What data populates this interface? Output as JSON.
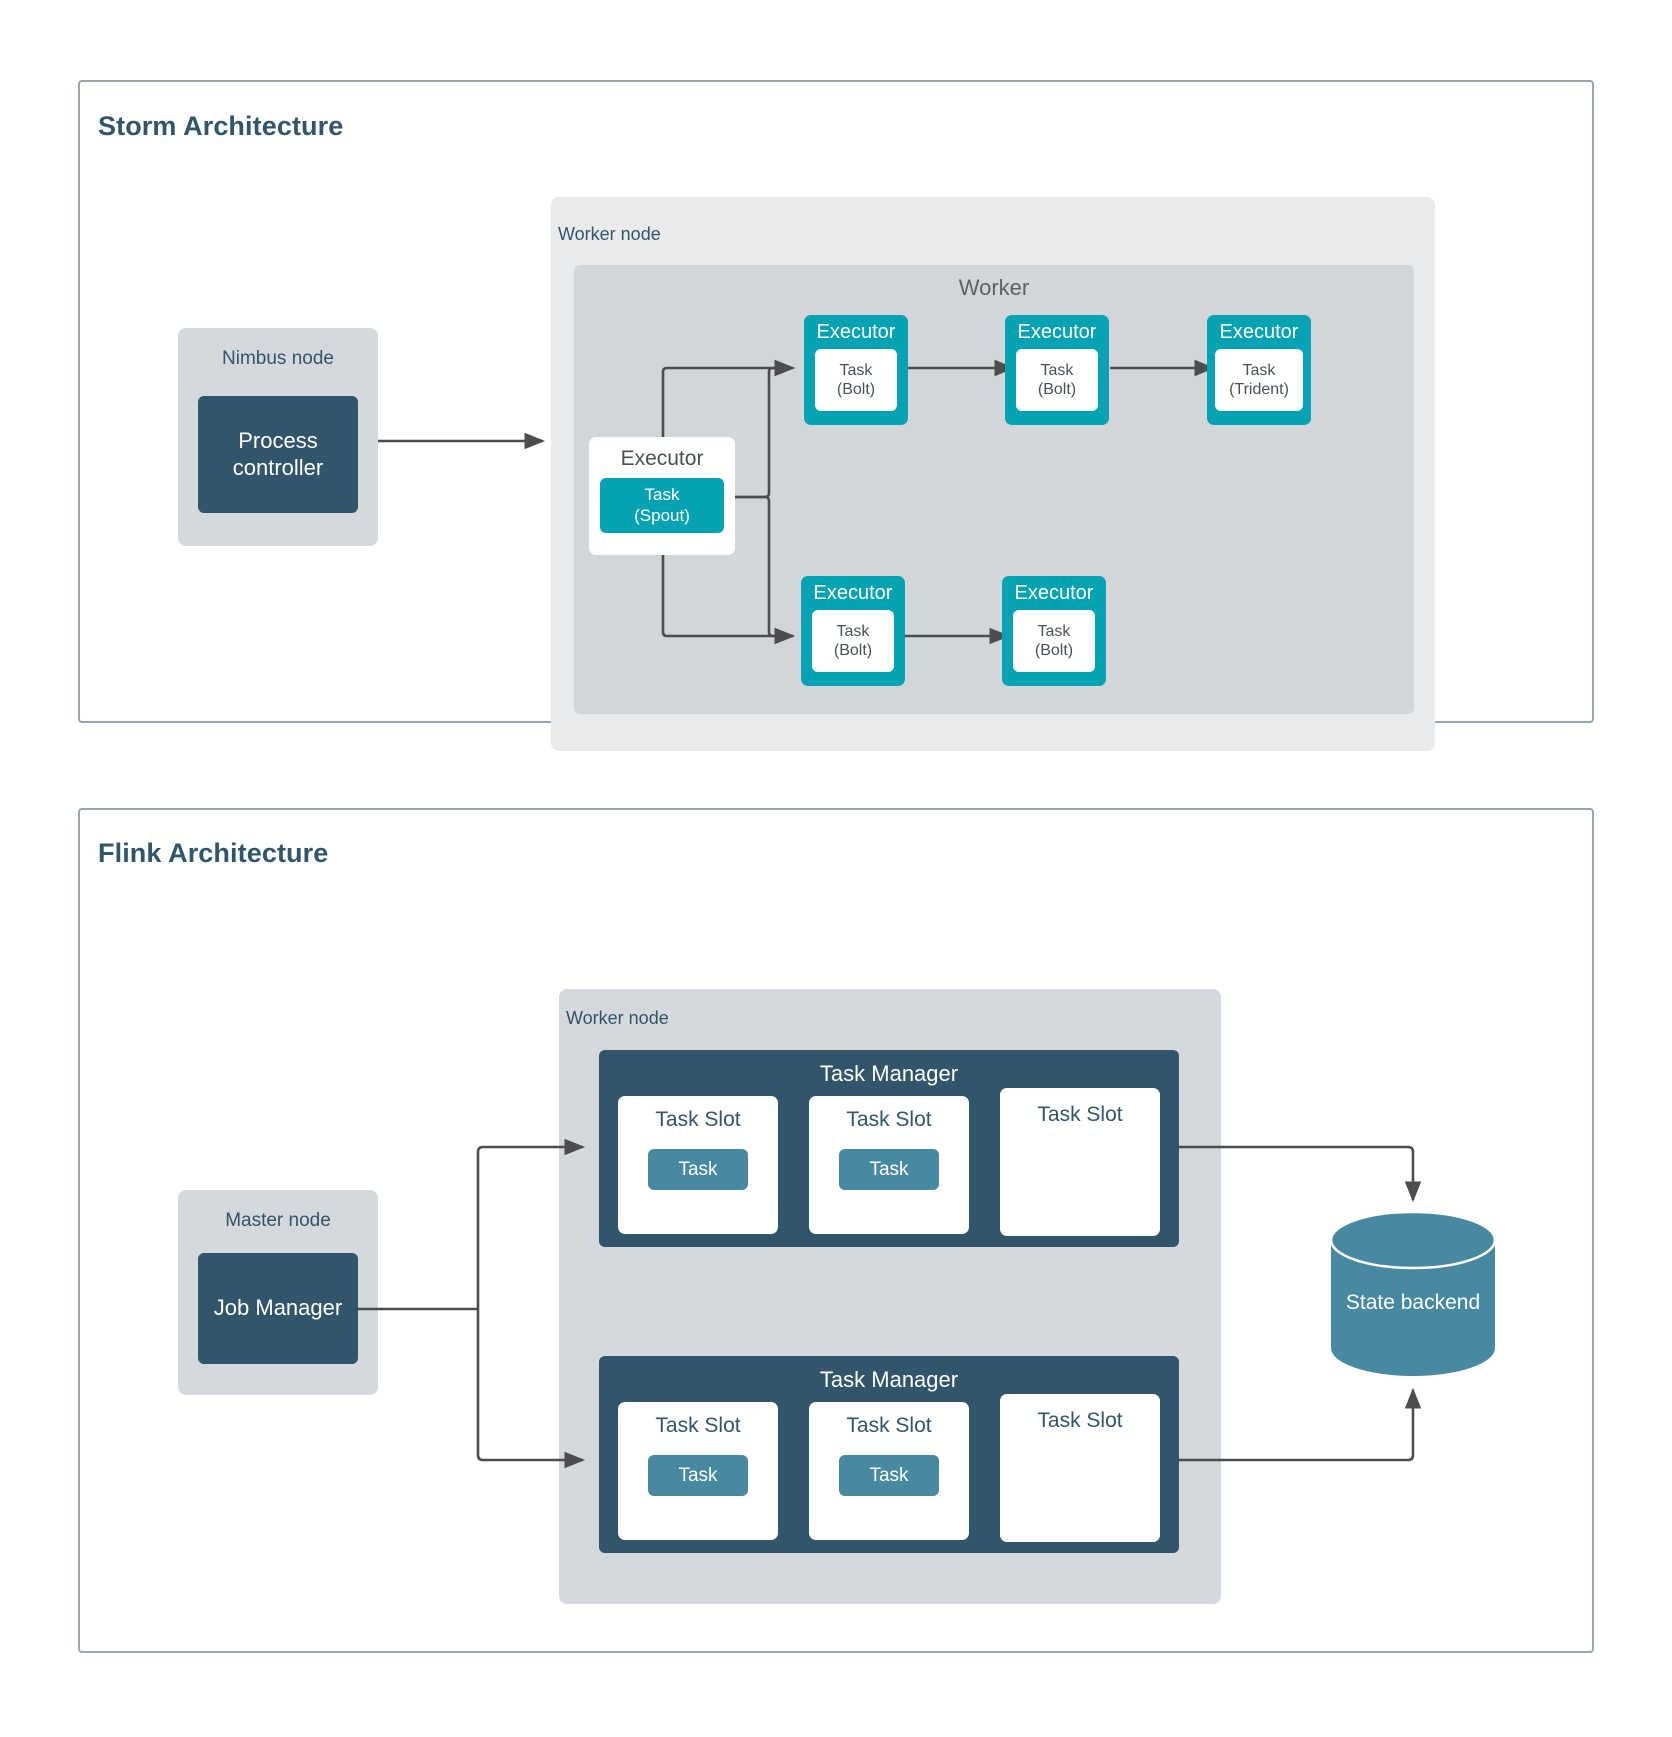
{
  "colors": {
    "panel_border": "#9aa5ae",
    "title_text": "#31556a",
    "dark_slate": "#31556a",
    "teal": "#05a2b4",
    "steel_blue": "#4889a2",
    "group_gray": "#d5d8dc",
    "worker_outer_gray": "#e8eaec",
    "worker_inner_gray": "#d3d6d9",
    "arrow_gray": "#4d4d4d",
    "white": "#ffffff"
  },
  "storm": {
    "title": "Storm Architecture",
    "nimbus": {
      "group_label": "Nimbus node",
      "process_controller": "Process controller"
    },
    "worker_node_label": "Worker node",
    "worker_label": "Worker",
    "spout_executor": {
      "executor_label": "Executor",
      "task_label": "Task\n(Spout)",
      "task_line1": "Task",
      "task_line2": "(Spout)"
    },
    "top_executors": [
      {
        "executor_label": "Executor",
        "task_line1": "Task",
        "task_line2": "(Bolt)"
      },
      {
        "executor_label": "Executor",
        "task_line1": "Task",
        "task_line2": "(Bolt)"
      },
      {
        "executor_label": "Executor",
        "task_line1": "Task",
        "task_line2": "(Trident)"
      }
    ],
    "bottom_executors": [
      {
        "executor_label": "Executor",
        "task_line1": "Task",
        "task_line2": "(Bolt)"
      },
      {
        "executor_label": "Executor",
        "task_line1": "Task",
        "task_line2": "(Bolt)"
      }
    ]
  },
  "flink": {
    "title": "Flink Architecture",
    "master": {
      "group_label": "Master node",
      "job_manager": "Job Manager"
    },
    "worker_node_label": "Worker node",
    "task_managers": [
      {
        "title": "Task Manager",
        "slots": [
          {
            "label": "Task Slot",
            "task": "Task"
          },
          {
            "label": "Task Slot",
            "task": "Task"
          },
          {
            "label": "Task Slot",
            "task": null
          }
        ]
      },
      {
        "title": "Task Manager",
        "slots": [
          {
            "label": "Task Slot",
            "task": "Task"
          },
          {
            "label": "Task Slot",
            "task": "Task"
          },
          {
            "label": "Task Slot",
            "task": null
          }
        ]
      }
    ],
    "state_backend": "State backend"
  }
}
